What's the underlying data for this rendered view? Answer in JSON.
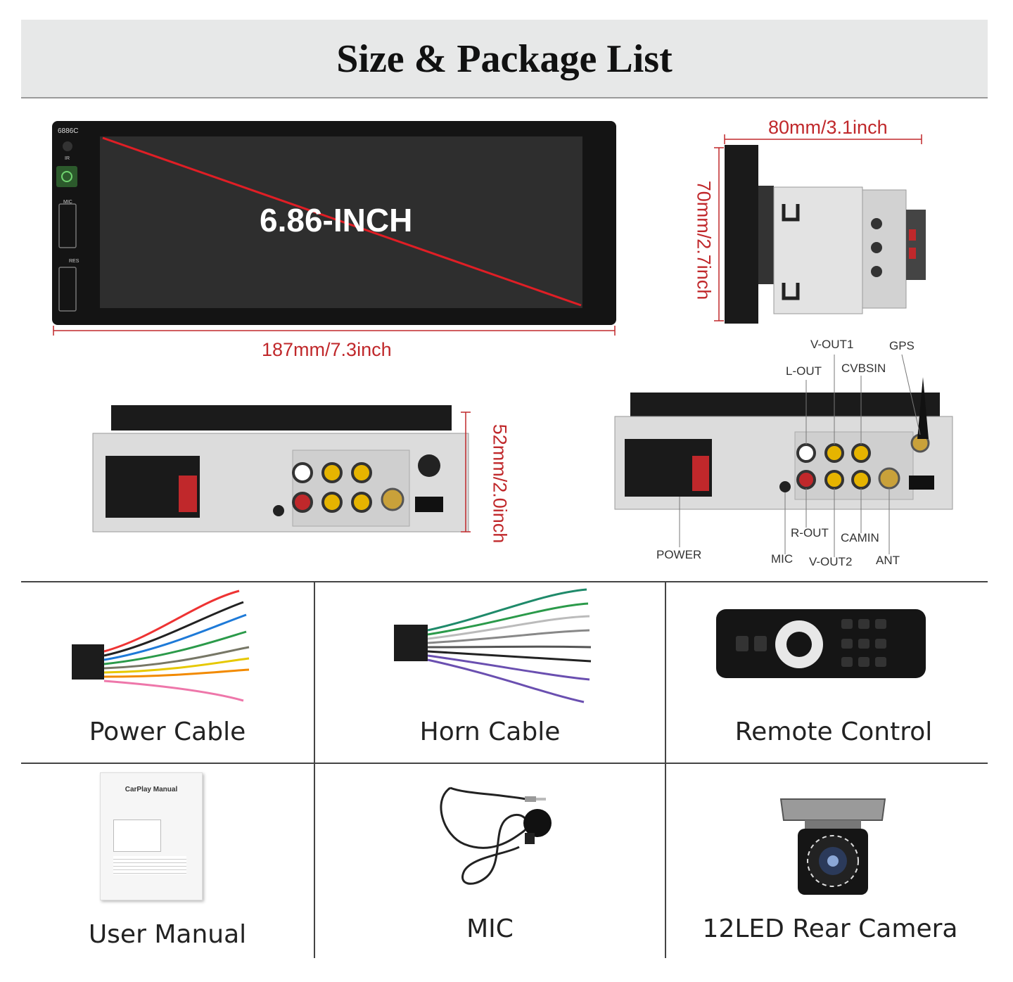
{
  "title": "Size & Package List",
  "front_view": {
    "model": "6886C",
    "screen_size": "6.86-INCH",
    "side_labels": [
      "IR",
      "MIC",
      "RES"
    ],
    "width_dim": "187mm/7.3inch"
  },
  "side_view": {
    "depth_dim": "80mm/3.1inch",
    "height_dim": "70mm/2.7inch"
  },
  "rear_view_left": {
    "height_dim": "52mm/2.0inch"
  },
  "rear_view_right": {
    "ports": {
      "v_out1": "V-OUT1",
      "gps": "GPS",
      "l_out": "L-OUT",
      "cvbsin": "CVBSIN",
      "power": "POWER",
      "mic": "MIC",
      "r_out": "R-OUT",
      "camin": "CAMIN",
      "v_out2": "V-OUT2",
      "ant": "ANT"
    }
  },
  "package": [
    {
      "label": "Power Cable",
      "icon": "power-cable"
    },
    {
      "label": "Horn Cable",
      "icon": "horn-cable"
    },
    {
      "label": "Remote Control",
      "icon": "remote-control"
    },
    {
      "label": "User Manual",
      "icon": "user-manual",
      "manual_title": "CarPlay Manual"
    },
    {
      "label": "MIC",
      "icon": "microphone"
    },
    {
      "label": "12LED Rear Camera",
      "icon": "rear-camera"
    }
  ],
  "colors": {
    "accent_red": "#c0282b",
    "header_bg": "#e7e8e8",
    "screen": "#2b2b2b"
  }
}
